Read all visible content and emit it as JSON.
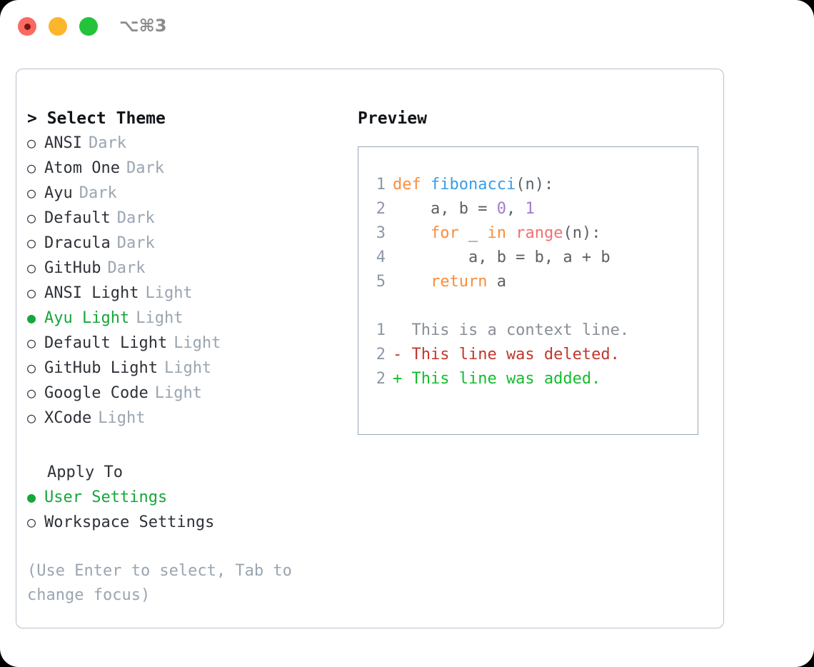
{
  "titlebar": {
    "shortcut": "⌥⌘3",
    "lights": [
      "close-red",
      "minimize-yellow",
      "zoom-green"
    ]
  },
  "left": {
    "header": "> Select Theme",
    "themes": [
      {
        "marker": "○",
        "name": "ANSI",
        "tag": "Dark",
        "selected": false
      },
      {
        "marker": "○",
        "name": "Atom One",
        "tag": "Dark",
        "selected": false
      },
      {
        "marker": "○",
        "name": "Ayu",
        "tag": "Dark",
        "selected": false
      },
      {
        "marker": "○",
        "name": "Default",
        "tag": "Dark",
        "selected": false
      },
      {
        "marker": "○",
        "name": "Dracula",
        "tag": "Dark",
        "selected": false
      },
      {
        "marker": "○",
        "name": "GitHub",
        "tag": "Dark",
        "selected": false
      },
      {
        "marker": "○",
        "name": "ANSI Light",
        "tag": "Light",
        "selected": false
      },
      {
        "marker": "●",
        "name": "Ayu Light",
        "tag": "Light",
        "selected": true
      },
      {
        "marker": "○",
        "name": "Default Light",
        "tag": "Light",
        "selected": false
      },
      {
        "marker": "○",
        "name": "GitHub Light",
        "tag": "Light",
        "selected": false
      },
      {
        "marker": "○",
        "name": "Google Code",
        "tag": "Light",
        "selected": false
      },
      {
        "marker": "○",
        "name": "XCode",
        "tag": "Light",
        "selected": false
      }
    ],
    "apply_to_header": "Apply To",
    "apply_to": [
      {
        "marker": "●",
        "name": "User Settings",
        "selected": true
      },
      {
        "marker": "○",
        "name": "Workspace Settings",
        "selected": false
      }
    ],
    "hint": "(Use Enter to select, Tab to change focus)"
  },
  "right": {
    "header": "Preview",
    "code_lines": [
      {
        "num": "1",
        "tokens": [
          {
            "t": "def",
            "c": "kw"
          },
          {
            "t": " ",
            "c": "pun"
          },
          {
            "t": "fibonacci",
            "c": "fn"
          },
          {
            "t": "(n):",
            "c": "pun"
          }
        ]
      },
      {
        "num": "2",
        "tokens": [
          {
            "t": "    a, b = ",
            "c": "pun"
          },
          {
            "t": "0",
            "c": "num"
          },
          {
            "t": ", ",
            "c": "pun"
          },
          {
            "t": "1",
            "c": "num"
          }
        ]
      },
      {
        "num": "3",
        "tokens": [
          {
            "t": "    ",
            "c": "pun"
          },
          {
            "t": "for",
            "c": "kw"
          },
          {
            "t": " _ ",
            "c": "pun"
          },
          {
            "t": "in",
            "c": "kw"
          },
          {
            "t": " ",
            "c": "pun"
          },
          {
            "t": "range",
            "c": "bi"
          },
          {
            "t": "(n):",
            "c": "pun"
          }
        ]
      },
      {
        "num": "4",
        "tokens": [
          {
            "t": "        a, b = b, a + b",
            "c": "pun"
          }
        ]
      },
      {
        "num": "5",
        "tokens": [
          {
            "t": "    ",
            "c": "pun"
          },
          {
            "t": "return",
            "c": "kw"
          },
          {
            "t": " a",
            "c": "pun"
          }
        ]
      }
    ],
    "diff_lines": [
      {
        "num": "1",
        "text": "  This is a context line.",
        "kind": "diff-ctx"
      },
      {
        "num": "2",
        "text": "- This line was deleted.",
        "kind": "diff-del"
      },
      {
        "num": "2",
        "text": "+ This line was added.",
        "kind": "diff-add"
      }
    ]
  },
  "colors": {
    "accent_green": "#16a63a",
    "keyword_orange": "#fa8d3e",
    "function_blue": "#399ee6",
    "number_purple": "#a37acc",
    "builtin_red": "#f07171",
    "muted_tag": "#9aa5b1",
    "diff_added": "#13bd2e",
    "diff_deleted": "#c0372c"
  }
}
